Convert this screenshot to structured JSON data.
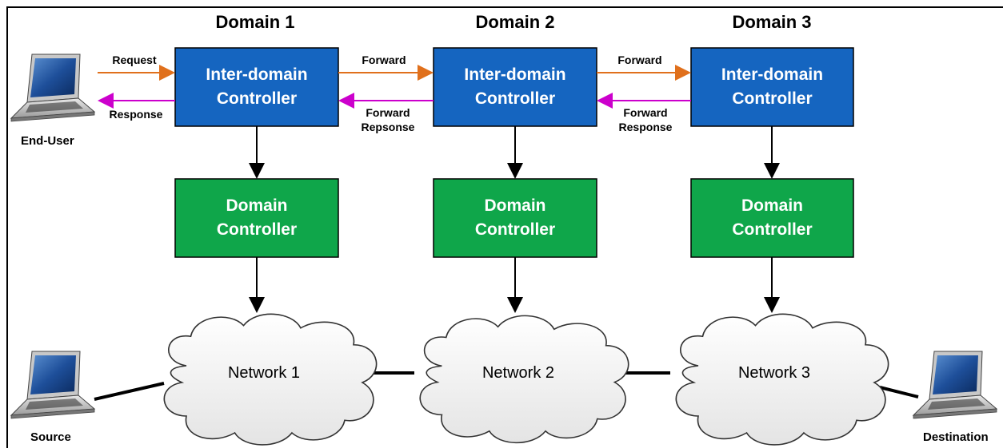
{
  "domains": [
    {
      "title": "Domain 1",
      "inter_controller": [
        "Inter-domain",
        "Controller"
      ],
      "domain_controller": [
        "Domain",
        "Controller"
      ],
      "network": "Network 1"
    },
    {
      "title": "Domain 2",
      "inter_controller": [
        "Inter-domain",
        "Controller"
      ],
      "domain_controller": [
        "Domain",
        "Controller"
      ],
      "network": "Network 2"
    },
    {
      "title": "Domain 3",
      "inter_controller": [
        "Inter-domain",
        "Controller"
      ],
      "domain_controller": [
        "Domain",
        "Controller"
      ],
      "network": "Network 3"
    }
  ],
  "arrows": {
    "request": "Request",
    "response": "Response",
    "forward_1": "Forward",
    "forward_2": "Forward",
    "forward_response_1": [
      "Forward",
      "Repsonse"
    ],
    "forward_response_2": [
      "Forward",
      "Response"
    ]
  },
  "devices": {
    "end_user": "End-User",
    "source": "Source",
    "destination": "Destination"
  },
  "colors": {
    "inter_box": "#1565c0",
    "domain_box": "#0fa64a",
    "request_arrow": "#e0701c",
    "response_arrow": "#cc00cc"
  }
}
